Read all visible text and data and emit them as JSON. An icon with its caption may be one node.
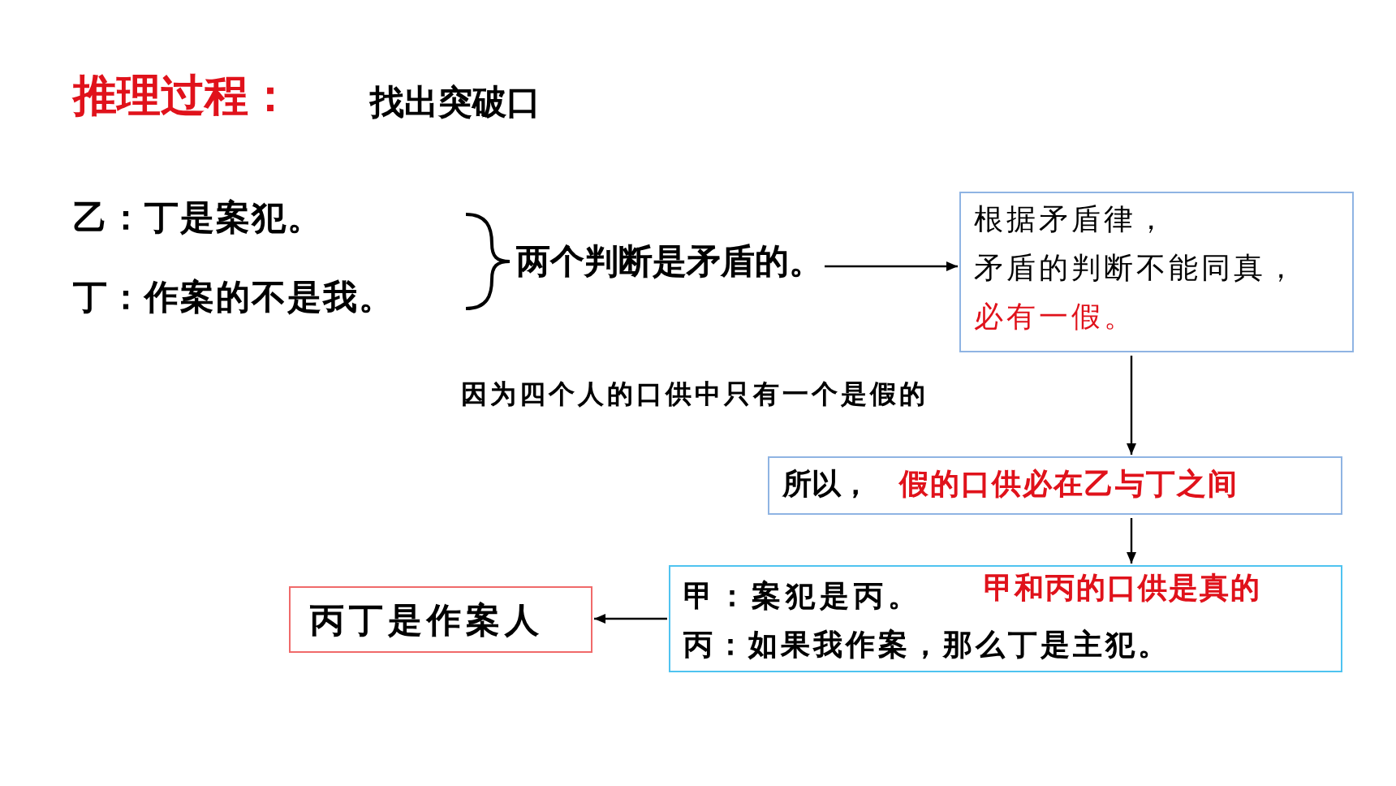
{
  "diagram": {
    "title": "推理过程：",
    "nodes": [
      {
        "text": [
          "两个判断是矛盾的。"
        ]
      },
      {
        "text": [
          "根据矛盾律，",
          "矛盾的判断不能同真，",
          "必有一假。"
        ]
      },
      {
        "text": [
          "所以，",
          "假的口供必在乙与丁之间"
        ]
      },
      {
        "text": [
          "甲：案犯是丙。",
          "甲和丙的口供是真的",
          "丙：如果我作案，那么丁是主犯。"
        ]
      },
      {
        "text": [
          "丙丁是作案人"
        ]
      }
    ],
    "edges": [
      {
        "from": 0,
        "to": 1,
        "arrow": "to"
      },
      {
        "from": 1,
        "to": 2,
        "arrow": "to"
      },
      {
        "from": 2,
        "to": 3,
        "arrow": "to"
      },
      {
        "from": 3,
        "to": 4,
        "arrow": "to"
      }
    ],
    "labels": [
      "找出突破口",
      "乙：丁是案犯。",
      "丁：作案的不是我。",
      "因为四个人的口供中只有一个是假的"
    ]
  }
}
